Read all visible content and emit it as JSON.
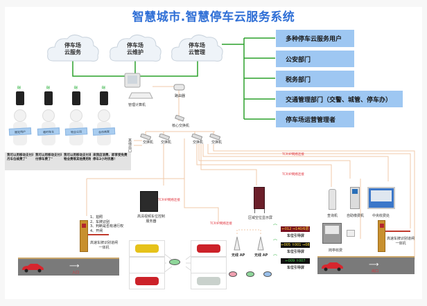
{
  "title": "智慧城市.智慧停车云服务系统",
  "clouds": [
    {
      "line1": "停车场",
      "line2": "云服务"
    },
    {
      "line1": "停车场",
      "line2": "云维护"
    },
    {
      "line1": "停车场",
      "line2": "云管理"
    }
  ],
  "stakeholders": [
    "多种停车云服务用户",
    "公安部门",
    "税务部门",
    "交通管理部门（交警、城管、停车办）",
    "停车场运营管理者"
  ],
  "users": [
    {
      "sign": "固定用户",
      "quote": "我可以用移动支付来续租月车位续费了\""
    },
    {
      "sign": "临时车主",
      "quote": "我可以用移动支付来提前付停车费了\""
    },
    {
      "sign": "物业公司",
      "quote": "我可以用移动支付来收取物业费等其他费用啦\""
    },
    {
      "sign": "合作商家",
      "quote": "来我店消费、即享受免费停车2小时优惠！"
    }
  ],
  "network": {
    "management_pc": "管理计算机",
    "router": "路由器",
    "core_switch": "核心交换机",
    "switch": "交换机",
    "other_exit": "其他出口",
    "tcpip_label": "TCP/IP网络连接"
  },
  "entry": {
    "steps": [
      "1、拍照",
      "2、车牌识别",
      "3、判断是否有通行权",
      "4、开闸"
    ],
    "gate_label": "高速车牌识别道闸一体机",
    "lane_label": "入口"
  },
  "exit": {
    "gate_label": "高速车牌识别道闸一体机",
    "lane_label": "出口"
  },
  "server": {
    "label": "高清视频车位控制服务器"
  },
  "display": {
    "label": "区域空位显示屏"
  },
  "ap": {
    "label": "无线 AP"
  },
  "guidance": [
    {
      "text": "⇐012 ⇒140/6层",
      "label": "车位引导屏"
    },
    {
      "text": "⇐005 ⇑001 ⇒08",
      "label": "车位引导屏"
    },
    {
      "text": "⇐009 ⇑007",
      "label": "车位引导屏"
    }
  ],
  "payment": {
    "kiosk_query": "查询机",
    "kiosk_pay": "自助缴费机",
    "central_booth": "中央收费处",
    "manual_booth": "岗亭收费"
  },
  "colors": {
    "title": "#2f6fd6",
    "stakeholder_box": "#9ec7f2",
    "green_line": "#2aa12a",
    "network_line": "#f0c9a8",
    "red_text": "#e0303a"
  }
}
